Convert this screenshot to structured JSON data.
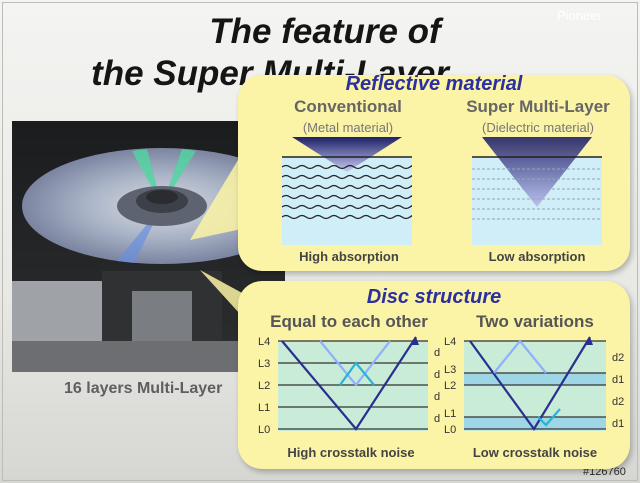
{
  "logo": "Pioneer",
  "title": {
    "line1": "The feature of",
    "line2": "the Super Multi-Layer"
  },
  "caption": "16 layers Multi-Layer",
  "watermark": "#126760",
  "reflective": {
    "title": "Reflective material",
    "conventional": {
      "heading": "Conventional",
      "material": "(Metal material)",
      "result": "High absorption"
    },
    "super": {
      "heading": "Super Multi-Layer",
      "material": "(Dielectric material)",
      "result": "Low absorption"
    }
  },
  "structure": {
    "title": "Disc structure",
    "equal": {
      "heading": "Equal to each other",
      "result": "High crosstalk noise",
      "layers": [
        "L4",
        "L3",
        "L2",
        "L1",
        "L0"
      ],
      "gaps": [
        "d",
        "d",
        "d",
        "d"
      ]
    },
    "two": {
      "heading": "Two variations",
      "result": "Low crosstalk noise",
      "layers": [
        "L4",
        "L3",
        "L2",
        "L1",
        "L0"
      ],
      "gaps": [
        "d2",
        "d1",
        "d2",
        "d1"
      ]
    }
  },
  "colors": {
    "panel": "#fbf3a5",
    "panel_title": "#2b2fa0",
    "layer_band": "#c8ecd8",
    "beam": "#2a2f8f"
  }
}
